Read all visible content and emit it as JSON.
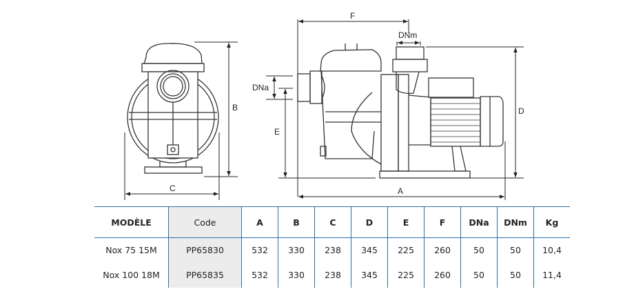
{
  "drawing": {
    "title": "Pump dimension drawing",
    "labels": {
      "A": "A",
      "B": "B",
      "C": "C",
      "D": "D",
      "E": "E",
      "F": "F",
      "DNa": "DNa",
      "DNm": "DNm"
    }
  },
  "table": {
    "headers": [
      "MODÈLE",
      "Code",
      "A",
      "B",
      "C",
      "D",
      "E",
      "F",
      "DNa",
      "DNm",
      "Kg"
    ],
    "rows": [
      [
        "Nox 75 15M",
        "PP65830",
        "532",
        "330",
        "238",
        "345",
        "225",
        "260",
        "50",
        "50",
        "10,4"
      ],
      [
        "Nox 100 18M",
        "PP65835",
        "532",
        "330",
        "238",
        "345",
        "225",
        "260",
        "50",
        "50",
        "11,4"
      ]
    ]
  },
  "colors": {
    "table_border": "#2a6fa8",
    "code_column_bg": "#ececec",
    "line": "#222222"
  }
}
